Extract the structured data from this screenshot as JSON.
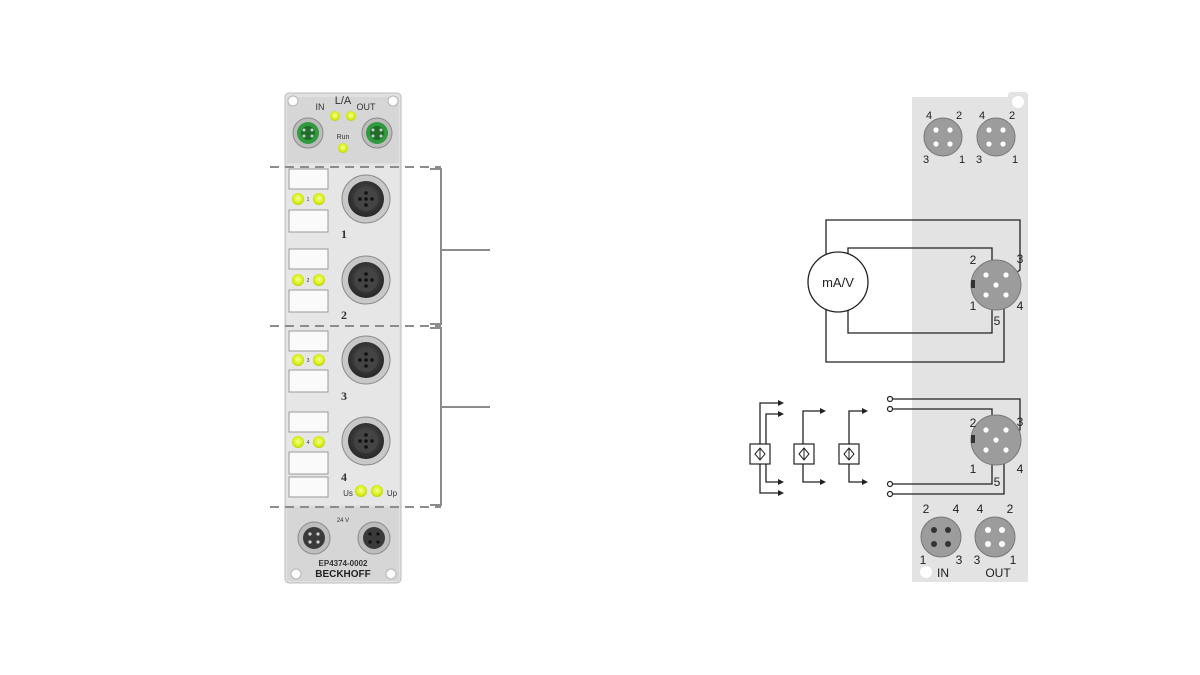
{
  "module": {
    "labels": {
      "in": "IN",
      "la": "L/A",
      "out": "OUT",
      "run": "Run"
    },
    "channels": [
      "1",
      "2",
      "3",
      "4"
    ],
    "us": "Us",
    "up": "Up",
    "power": "24 V",
    "part_number": "EP4374-0002",
    "brand": "BECKHOFF"
  },
  "schematic": {
    "top_connectors": {
      "pins": [
        "4",
        "2",
        "3",
        "1"
      ]
    },
    "meter_label": "mA/V",
    "analog_connector": {
      "pins": [
        "2",
        "3",
        "1",
        "5",
        "4"
      ]
    },
    "sensor_connector": {
      "pins": [
        "2",
        "3",
        "1",
        "5",
        "4"
      ]
    },
    "bottom_in": {
      "pins": [
        "2",
        "4",
        "1",
        "3"
      ],
      "label": "IN"
    },
    "bottom_out": {
      "pins": [
        "4",
        "2",
        "3",
        "1"
      ],
      "label": "OUT"
    }
  }
}
